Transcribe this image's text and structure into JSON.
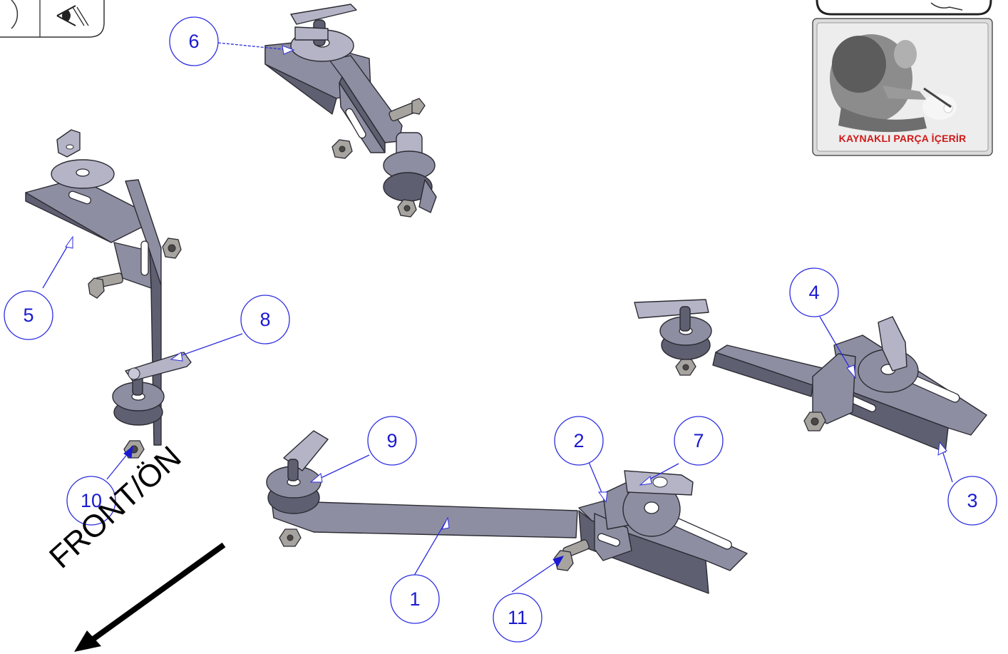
{
  "weld_badge": {
    "label": "KAYNAKLI PARÇA İÇERİR"
  },
  "direction_indicator": {
    "label": "FRONT/ÖN"
  },
  "balloons": [
    {
      "number": "1"
    },
    {
      "number": "2"
    },
    {
      "number": "3"
    },
    {
      "number": "4"
    },
    {
      "number": "5"
    },
    {
      "number": "6"
    },
    {
      "number": "7"
    },
    {
      "number": "8"
    },
    {
      "number": "9"
    },
    {
      "number": "10"
    },
    {
      "number": "11"
    }
  ],
  "colors": {
    "balloon_stroke": "#2d2de0",
    "balloon_text": "#1a1ad0",
    "weld_label": "#d01818",
    "part_steel": "#8e8ea2"
  },
  "icons": [
    "eye-view-icon",
    "welder-photo-icon",
    "front-arrow-icon"
  ]
}
